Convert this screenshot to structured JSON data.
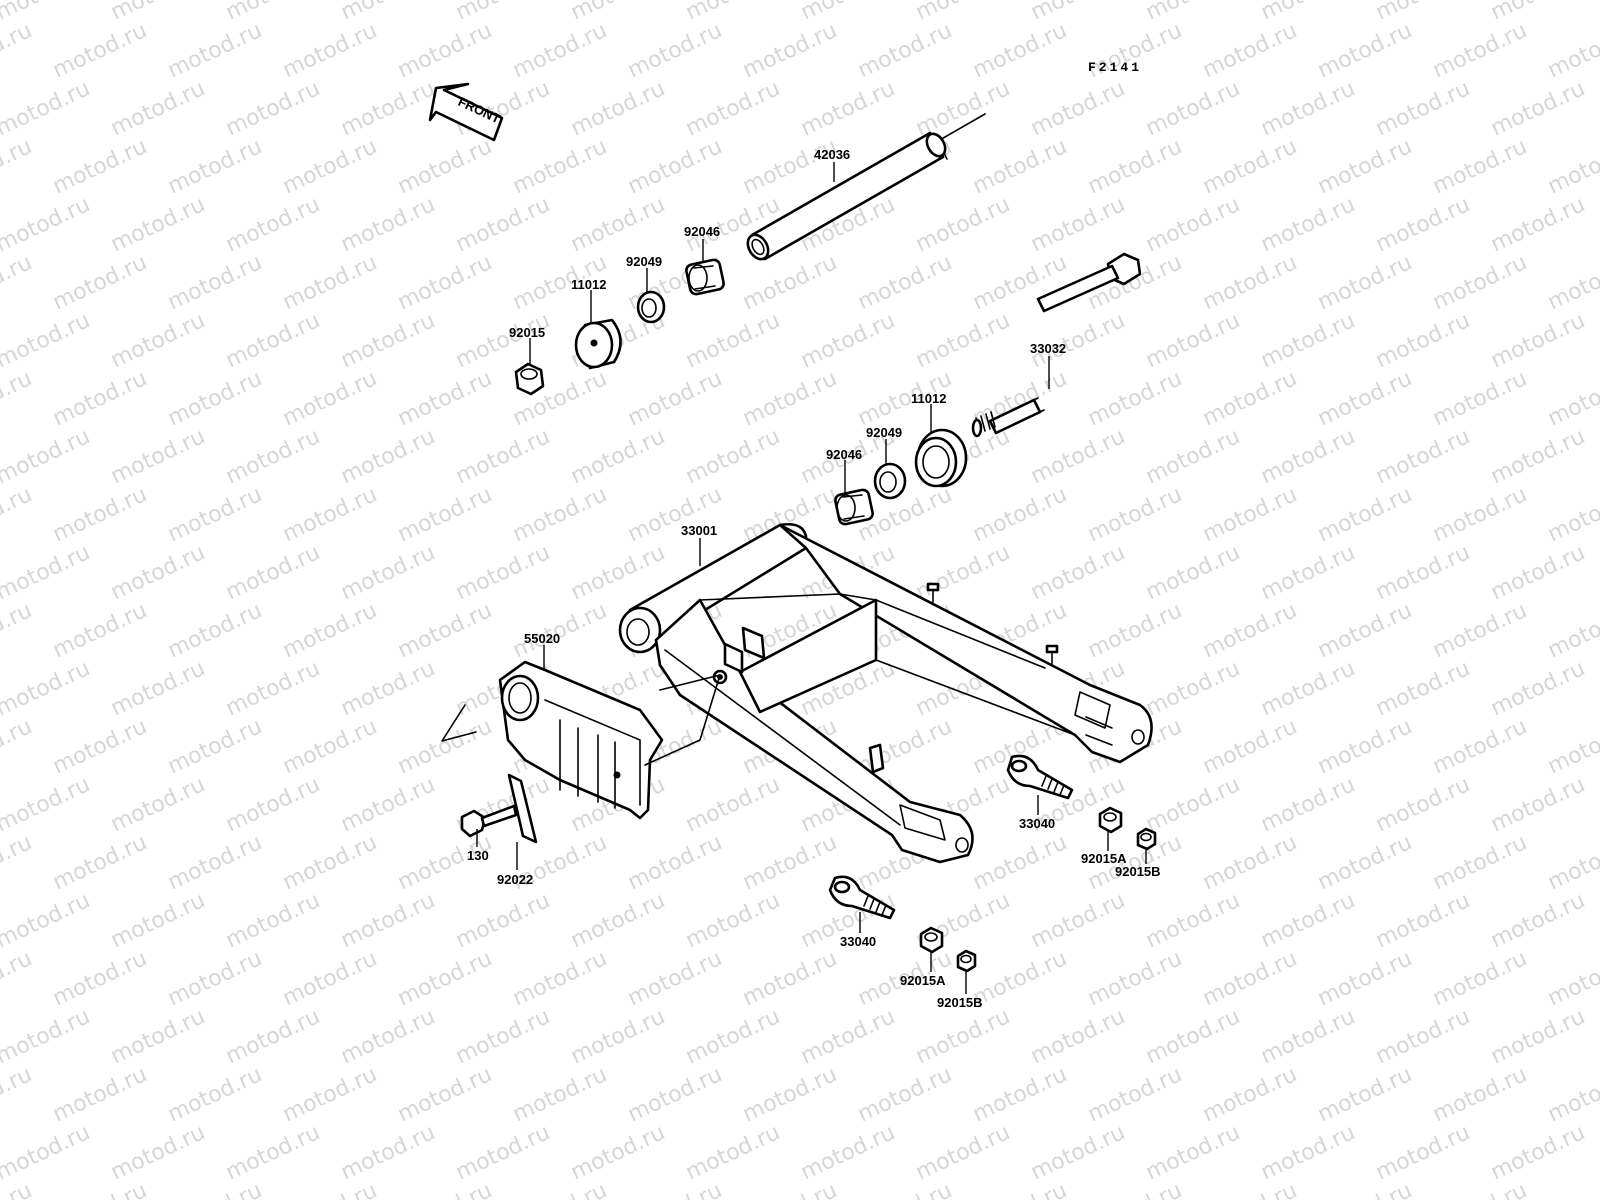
{
  "watermark": "motod.ru",
  "figure_id": "F2141",
  "front_label": "FRONT",
  "labels": {
    "p42036": "42036",
    "p92046_top": "92046",
    "p92049_top": "92049",
    "p11012_top": "11012",
    "p92015_top": "92015",
    "p33032": "33032",
    "p11012_mid": "11012",
    "p92049_mid": "92049",
    "p92046_mid": "92046",
    "p33001": "33001",
    "p55020": "55020",
    "p130": "130",
    "p92022": "92022",
    "p33040_right": "33040",
    "p92015A_right": "92015A",
    "p92015B_right": "92015B",
    "p33040_bottom": "33040",
    "p92015A_bottom": "92015A",
    "p92015B_bottom": "92015B"
  }
}
